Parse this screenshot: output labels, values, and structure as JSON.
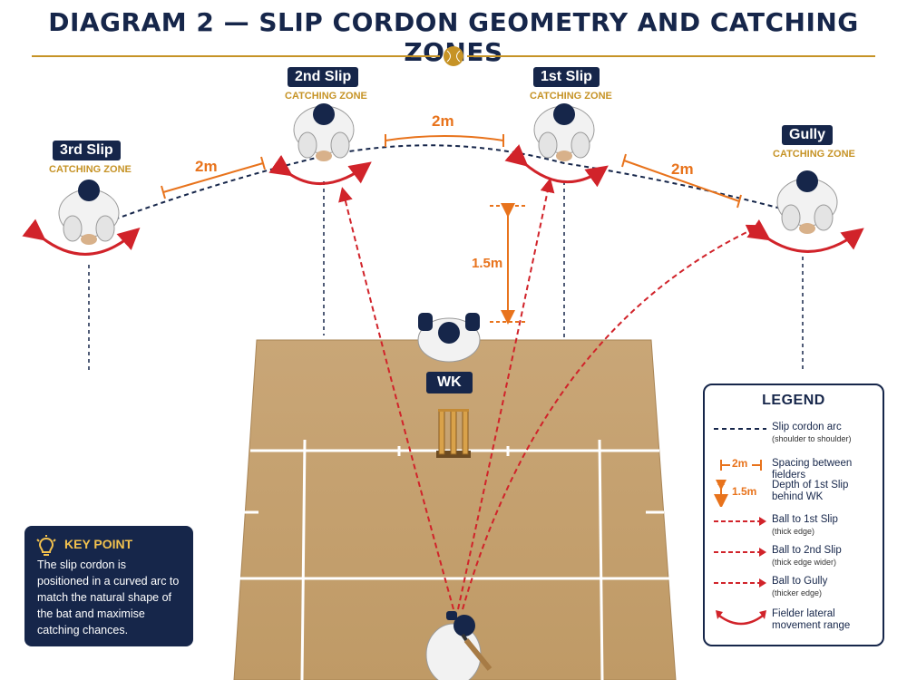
{
  "title": "DIAGRAM 2 — SLIP CORDON GEOMETRY AND CATCHING ZONES",
  "fielders": [
    {
      "name": "3rd Slip",
      "zone": "CATCHING ZONE"
    },
    {
      "name": "2nd Slip",
      "zone": "CATCHING ZONE"
    },
    {
      "name": "1st Slip",
      "zone": "CATCHING ZONE"
    },
    {
      "name": "Gully",
      "zone": "CATCHING ZONE"
    }
  ],
  "keeper": {
    "label": "WK"
  },
  "dimensions": {
    "spacing_left": "2m",
    "spacing_middle": "2m",
    "spacing_right": "2m",
    "depth": "1.5m"
  },
  "legend": {
    "title": "LEGEND",
    "items": [
      {
        "text": "Slip cordon arc",
        "sub": "(shoulder to shoulder)",
        "symbol": "dashed-navy-line"
      },
      {
        "text": "Spacing between fielders",
        "sub": "",
        "symbol_label": "2m"
      },
      {
        "text": "Depth of 1st Slip behind WK",
        "sub": "",
        "symbol_label": "1.5m"
      },
      {
        "text": "Ball to 1st Slip",
        "sub": "(thick edge)",
        "symbol": "red-dashed-arrow"
      },
      {
        "text": "Ball to 2nd Slip",
        "sub": "(thick edge wider)",
        "symbol": "red-dashed-arrow"
      },
      {
        "text": "Ball to Gully",
        "sub": "(thicker edge)",
        "symbol": "red-dashed-arrow"
      },
      {
        "text": "Fielder lateral movement range",
        "sub": "",
        "symbol": "red-curved-double-arrow"
      }
    ]
  },
  "key_point": {
    "title": "KEY POINT",
    "text": "The slip cordon is positioned in a curved arc to match the natural shape of the bat and maximise catching chances.",
    "icon": "lightbulb-icon"
  },
  "colors": {
    "navy": "#16264a",
    "gold": "#c69326",
    "orange": "#e8731c",
    "red": "#d1232a",
    "pitch": "#c9a778"
  }
}
